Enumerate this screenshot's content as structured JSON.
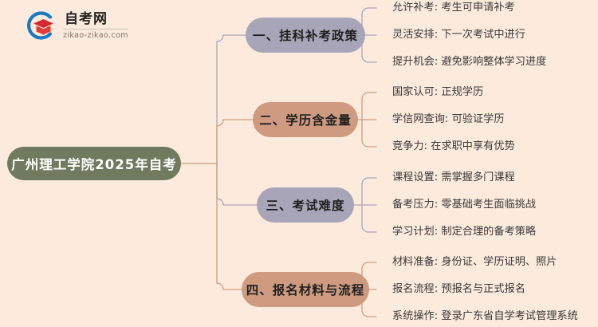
{
  "palette": {
    "background": "#fcebdd",
    "root_fill": "#6f7a5e",
    "branch_purple": "#a9a5b8",
    "branch_tan": "#cf9b80",
    "link_purple": "#a9a5b8",
    "link_tan": "#cf9b80",
    "root_link": "#cf9b80",
    "leaf_text": "#3a3a3a",
    "branch_text": "#1f1f1f",
    "root_text": "#ffffff",
    "logo_blue": "#1b79c3",
    "logo_red": "#d8282f"
  },
  "logo": {
    "title": "自考网",
    "subtitle": "zikao-zikao.com",
    "mark_name": "zikao-graduation-cap-logo"
  },
  "mindmap": {
    "root": {
      "label": "广州理工学院2025年自考"
    },
    "branches": [
      {
        "label": "一、挂科补考政策",
        "color_key": "branch_purple",
        "leaves": [
          "允许补考: 考生可申请补考",
          "灵活安排: 下一次考试中进行",
          "提升机会: 避免影响整体学习进度"
        ]
      },
      {
        "label": "二、学历含金量",
        "color_key": "branch_tan",
        "leaves": [
          "国家认可: 正规学历",
          "学信网查询: 可验证学历",
          "竞争力: 在求职中享有优势"
        ]
      },
      {
        "label": "三、考试难度",
        "color_key": "branch_purple",
        "leaves": [
          "课程设置: 需掌握多门课程",
          "备考压力: 零基础考生面临挑战",
          "学习计划: 制定合理的备考策略"
        ]
      },
      {
        "label": "四、报名材料与流程",
        "color_key": "branch_tan",
        "leaves": [
          "材料准备: 身份证、学历证明、照片",
          "报名流程: 预报名与正式报名",
          "系统操作: 登录广东省自学考试管理系统"
        ]
      }
    ]
  }
}
